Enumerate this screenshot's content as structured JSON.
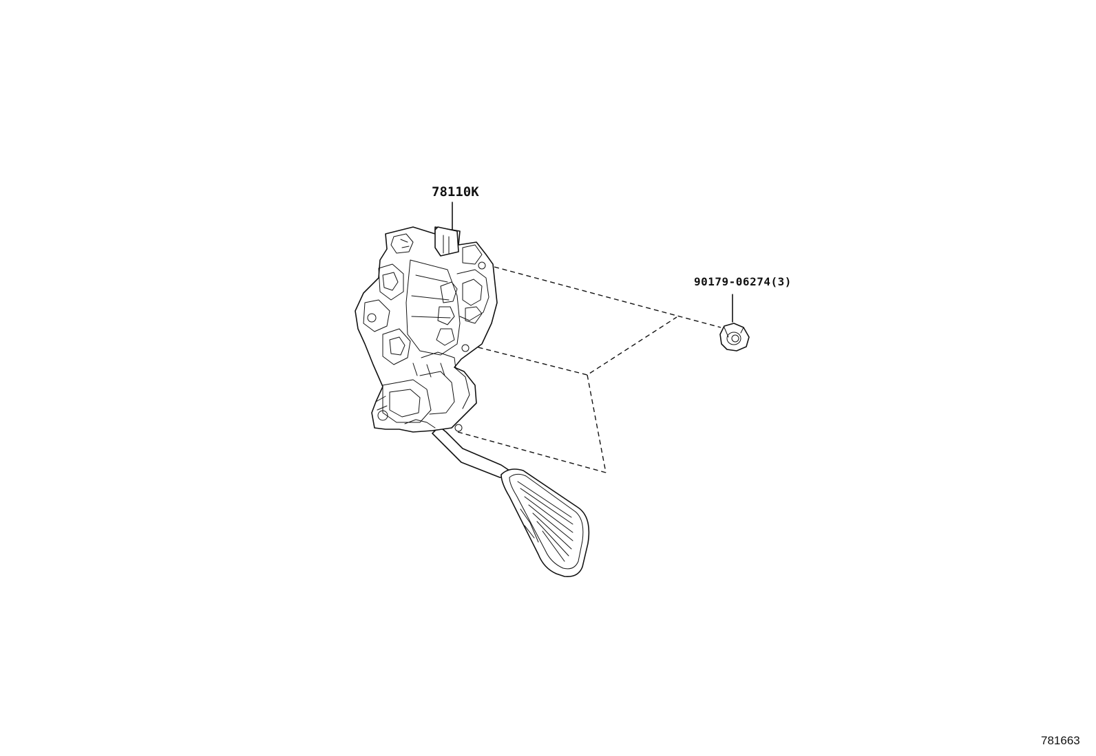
{
  "callouts": {
    "pedal_assembly": "78110K",
    "nut": "90179-06274(3)"
  },
  "diagram_id": "781663",
  "icons": {
    "pedal_assembly": "accelerator-pedal-assembly-drawing",
    "nut": "nut-drawing"
  },
  "colors": {
    "line": "#111111",
    "background": "#ffffff"
  }
}
